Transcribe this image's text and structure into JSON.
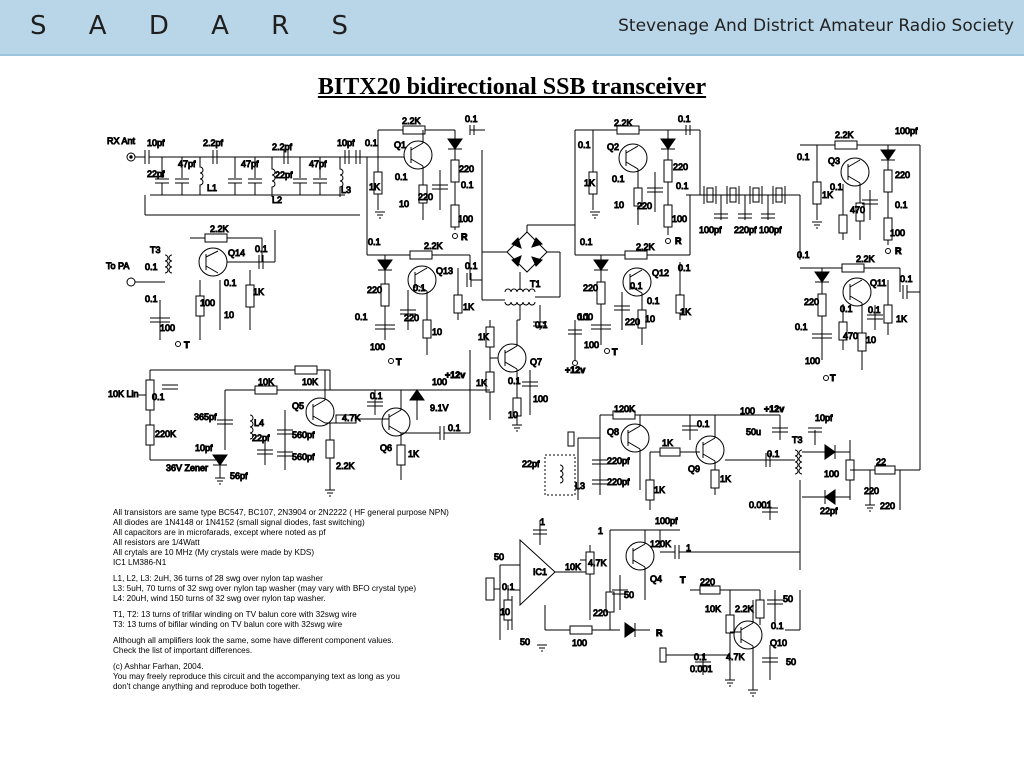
{
  "header": {
    "logo": "S A D A R S",
    "society": "Stevenage And District Amateur Radio Society"
  },
  "title": "BITX20 bidirectional SSB transceiver",
  "schematic": {
    "labels": {
      "rx_ant": "RX Ant",
      "to_pa": "To PA",
      "lin": "10K Lin",
      "zener": "36V Zener",
      "plus12a": "+12v",
      "plus12b": "+12v",
      "plus12c": "+12v",
      "v91": "9.1V",
      "T": "T",
      "R": "R",
      "Q1": "Q1",
      "Q2": "Q2",
      "Q3": "Q3",
      "Q4": "Q4",
      "Q5": "Q5",
      "Q6": "Q6",
      "Q7": "Q7",
      "Q8": "Q8",
      "Q9": "Q9",
      "Q10": "Q10",
      "Q11": "Q11",
      "Q12": "Q12",
      "Q13": "Q13",
      "Q14": "Q14",
      "L1": "L1",
      "L2": "L2",
      "L3": "L3",
      "L4": "L4",
      "T1": "T1",
      "T3": "T3",
      "IC1": "IC1"
    },
    "values": {
      "c10pf": "10pf",
      "c47pf": "47pf",
      "c22pf": "22pf",
      "c2_2pf": "2.2pf",
      "c0_1": "0.1",
      "c100pf": "100pf",
      "c220pf": "220pf",
      "c365pf": "365pf",
      "c560pf": "560pf",
      "c56pf": "56pf",
      "c50": "50",
      "c50u": "50u",
      "c0_001": "0.001",
      "c1": "1",
      "r2_2k": "2.2K",
      "r1k": "1K",
      "r10": "10",
      "r100": "100",
      "r220": "220",
      "r470": "470",
      "r10k": "10K",
      "r4_7k": "4.7K",
      "r120k": "120K",
      "r220k": "220K",
      "r22": "22"
    }
  },
  "notes": {
    "lines": [
      "All transistors are same type BC547, BC107, 2N3904 or 2N2222 ( HF general purpose NPN)",
      "All diodes are 1N4148 or 1N4152 (small signal diodes, fast switching)",
      "All capacitors are in microfarads, except where noted as pf",
      "All resistors are 1/4Watt",
      "All crytals are 10 MHz (My crystals were made by KDS)",
      "IC1 LM386-N1"
    ],
    "coils": [
      "L1, L2, L3: 2uH, 36 turns of 28 swg over nylon tap washer",
      "L3: 5uH, 70 turns of 32 swg over nylon tap washer (may vary with BFO crystal type)",
      "L4: 20uH, wind 150 turns of 32 swg over nylon   tap washer."
    ],
    "transformers": [
      "T1, T2: 13 turns of trifilar winding on TV balun core with 32swg wire",
      "T3: 13 turns of bifilar winding on TV balun core with 32swg wire"
    ],
    "remarks": [
      "Although all amplifiers look the same, some have different component values.",
      "Check the list of important differences."
    ],
    "credits": [
      "(c) Ashhar Farhan, 2004.",
      "You may freely reproduce this circuit and the accompanying text as long as you",
      "don't change anything and reproduce both together."
    ]
  }
}
